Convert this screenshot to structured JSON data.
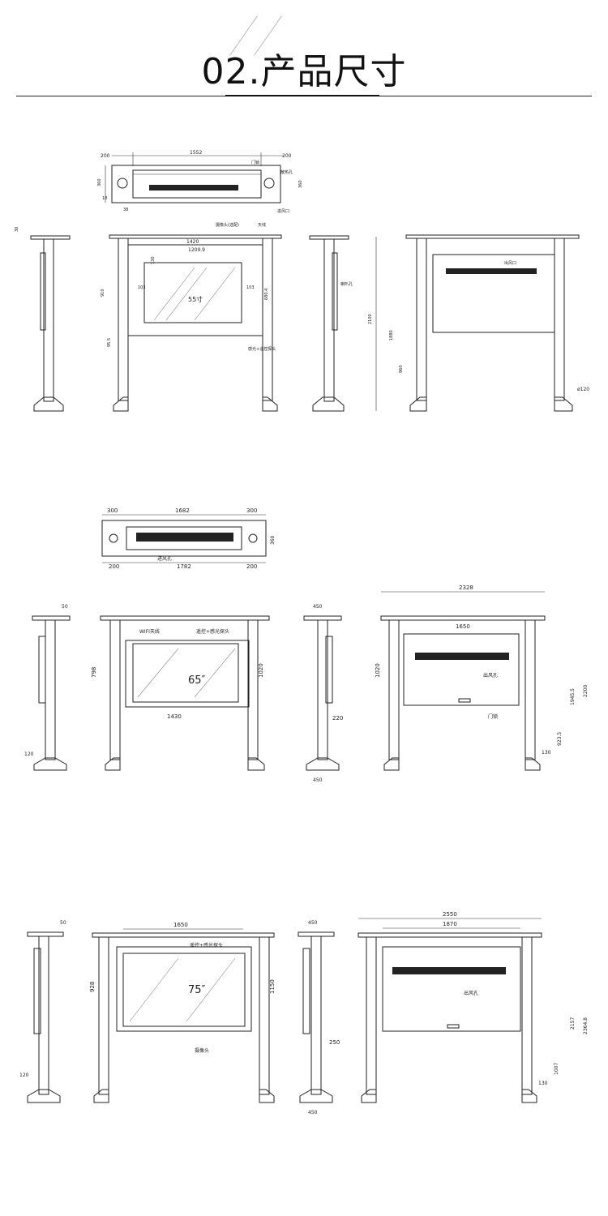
{
  "title": "02.产品尺寸",
  "d1": {
    "top_w_left": "200",
    "top_w_mid": "1552",
    "top_w_right": "200",
    "top_h_left": "360",
    "top_h_right": "360",
    "top_h_small": "18",
    "top_off": "38",
    "top_lbl_latch": "门锁",
    "top_lbl_heat": "散热孔",
    "top_lbl_in": "进风口",
    "side_top": "30",
    "fw_outer": "1420",
    "fw_inner": "1209.9",
    "fh_130": "130",
    "f_camera": "摄像头(选配)",
    "f_antenna": "天线",
    "f_103l": "103",
    "f_103r": "103",
    "f_910": "910",
    "f_680": "680.4",
    "f_size": "55寸",
    "f_95": "95.5",
    "f_sensor": "感光+遥控探头",
    "side2_speaker": "喇叭孔",
    "b_outlet": "出风口",
    "b_2100": "2100",
    "b_1880": "1880",
    "b_960": "960",
    "b_dia": "ø120"
  },
  "d2": {
    "top_l": "300",
    "top_m": "1682",
    "top_r": "300",
    "top_h": "360",
    "top_b_l": "200",
    "top_b_m": "1782",
    "top_b_r": "200",
    "top_in": "进风孔",
    "s_50": "50",
    "s_120": "120",
    "f_wifi": "WIFI天线",
    "f_remote": "遥控+感光探头",
    "f_798": "798",
    "f_1020": "1020",
    "f_size": "65″",
    "f_1430": "1430",
    "s2_450t": "450",
    "s2_220": "220",
    "s2_450b": "450",
    "b_2328": "2328",
    "b_1650": "1650",
    "b_1020": "1020",
    "b_outlet": "出风孔",
    "b_lock": "门锁",
    "b_9235": "923.5",
    "b_19455": "1945.5",
    "b_2200": "2200",
    "b_130": "130"
  },
  "d3": {
    "s_50": "50",
    "s_120": "120",
    "f_1650": "1650",
    "f_remote": "遥控+感光探头",
    "f_928": "928",
    "f_1150": "1150",
    "f_size": "75″",
    "f_camera": "摄像头",
    "s2_450t": "450",
    "s2_250": "250",
    "s2_450b": "450",
    "b_2550": "2550",
    "b_1870": "1870",
    "b_outlet": "出风孔",
    "b_1007": "1007",
    "b_2157": "2157",
    "b_23648": "2364.8",
    "b_130": "130"
  }
}
